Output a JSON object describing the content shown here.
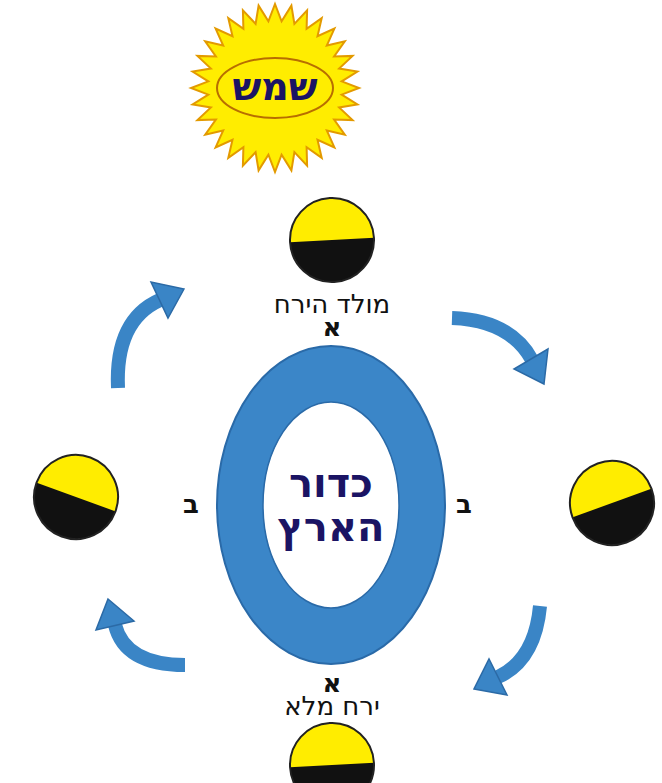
{
  "diagram": {
    "nodes": [
      {
        "text": [
          "שמש"
        ]
      },
      {
        "text": [
          "כדור הארץ"
        ]
      }
    ],
    "labels": [
      "מולד הירח",
      "א",
      "ב",
      "ב",
      "א",
      "ירח מלא"
    ]
  }
}
